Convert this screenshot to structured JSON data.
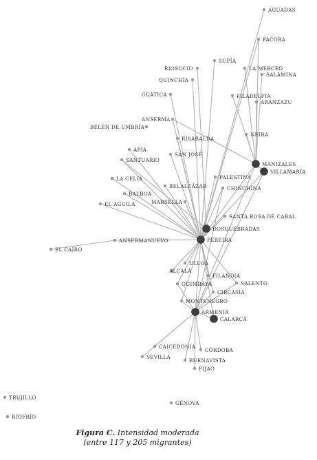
{
  "caption": {
    "figure": "Figura C.",
    "title": "Intensidad moderada",
    "subtitle": "(entre 117 y 205 migrantes)"
  },
  "colors": {
    "edge": "#b0b0b0",
    "small_node": "#999999",
    "hub_node": "#3d3d3d",
    "label": "#333333"
  },
  "nodes": [
    {
      "id": "aguadas",
      "label": "AGUADAS",
      "hub": false
    },
    {
      "id": "pacora",
      "label": "PÁCORA",
      "hub": false
    },
    {
      "id": "supia",
      "label": "SUPÍA",
      "hub": false
    },
    {
      "id": "riosucio",
      "label": "RIOSUCIO",
      "hub": false
    },
    {
      "id": "la_merced",
      "label": "LA MERCED",
      "hub": false
    },
    {
      "id": "salamina",
      "label": "SALAMINA",
      "hub": false
    },
    {
      "id": "quinchia",
      "label": "QUINCHÍA",
      "hub": false
    },
    {
      "id": "guatica",
      "label": "GUÁTICA",
      "hub": false
    },
    {
      "id": "filadelfia",
      "label": "FILADELFIA",
      "hub": false
    },
    {
      "id": "aranzazu",
      "label": "ARANZAZU",
      "hub": false
    },
    {
      "id": "anserma",
      "label": "ANSERMA",
      "hub": false
    },
    {
      "id": "belen_umbria",
      "label": "BELÉN DE UMBRÍA",
      "hub": false
    },
    {
      "id": "neira",
      "label": "NEIRA",
      "hub": false
    },
    {
      "id": "risaralda",
      "label": "RISARALDA",
      "hub": false
    },
    {
      "id": "apia",
      "label": "APÍA",
      "hub": false
    },
    {
      "id": "san_jose",
      "label": "SAN JOSÉ",
      "hub": false
    },
    {
      "id": "santuario",
      "label": "SANTUARIO",
      "hub": false
    },
    {
      "id": "manizales",
      "label": "MANIZALES",
      "hub": true
    },
    {
      "id": "villamaria",
      "label": "VILLAMARÍA",
      "hub": true
    },
    {
      "id": "la_celia",
      "label": "LA CELIA",
      "hub": false
    },
    {
      "id": "palestina",
      "label": "PALESTINA",
      "hub": false
    },
    {
      "id": "belalcazar",
      "label": "BELALCÁZAR",
      "hub": false
    },
    {
      "id": "chinchina",
      "label": "CHINCHINÁ",
      "hub": false
    },
    {
      "id": "balboa",
      "label": "BALBOA",
      "hub": false
    },
    {
      "id": "marsella",
      "label": "MARSELLA",
      "hub": false
    },
    {
      "id": "el_aguila",
      "label": "EL ÁGUILA",
      "hub": false
    },
    {
      "id": "santa_rosa",
      "label": "SANTA ROSA DE CABAL",
      "hub": false
    },
    {
      "id": "dosquebradas",
      "label": "DOSQUEBRADAS",
      "hub": true
    },
    {
      "id": "ansermanuevo",
      "label": "ANSERMANUEVO",
      "hub": false
    },
    {
      "id": "pereira",
      "label": "PEREIRA",
      "hub": true
    },
    {
      "id": "el_cairo",
      "label": "EL CAIRO",
      "hub": false
    },
    {
      "id": "ulloa",
      "label": "ULLOA",
      "hub": false
    },
    {
      "id": "alcala",
      "label": "ALCALÁ",
      "hub": false
    },
    {
      "id": "filandia",
      "label": "FILANDIA",
      "hub": false
    },
    {
      "id": "quimbaya",
      "label": "QUIMBAYA",
      "hub": false
    },
    {
      "id": "salento",
      "label": "SALENTO",
      "hub": false
    },
    {
      "id": "circasia",
      "label": "CIRCASIA",
      "hub": false
    },
    {
      "id": "montenegro",
      "label": "MONTENEGRO",
      "hub": false
    },
    {
      "id": "armenia",
      "label": "ARMENIA",
      "hub": true
    },
    {
      "id": "calarca",
      "label": "CALARCÁ",
      "hub": true
    },
    {
      "id": "caicedonia",
      "label": "CAICEDONIA",
      "hub": false
    },
    {
      "id": "cordoba",
      "label": "CÓRDOBA",
      "hub": false
    },
    {
      "id": "sevilla",
      "label": "SEVILLA",
      "hub": false
    },
    {
      "id": "buenavista",
      "label": "BUENAVISTA",
      "hub": false
    },
    {
      "id": "pijao",
      "label": "PIJAO",
      "hub": false
    },
    {
      "id": "trujillo",
      "label": "TRUJILLO",
      "hub": false
    },
    {
      "id": "genova",
      "label": "GÉNOVA",
      "hub": false
    },
    {
      "id": "riofrio",
      "label": "RIOFRÍO",
      "hub": false
    }
  ],
  "edges": [
    [
      "aguadas",
      "pereira"
    ],
    [
      "pacora",
      "pereira"
    ],
    [
      "pacora",
      "manizales"
    ],
    [
      "supia",
      "pereira"
    ],
    [
      "riosucio",
      "dosquebradas"
    ],
    [
      "la_merced",
      "manizales"
    ],
    [
      "salamina",
      "manizales"
    ],
    [
      "quinchia",
      "pereira"
    ],
    [
      "guatica",
      "pereira"
    ],
    [
      "filadelfia",
      "manizales"
    ],
    [
      "aranzazu",
      "manizales"
    ],
    [
      "anserma",
      "manizales"
    ],
    [
      "anserma",
      "pereira"
    ],
    [
      "neira",
      "manizales"
    ],
    [
      "risaralda",
      "pereira"
    ],
    [
      "apia",
      "pereira"
    ],
    [
      "santuario",
      "pereira"
    ],
    [
      "santuario",
      "dosquebradas"
    ],
    [
      "san_jose",
      "pereira"
    ],
    [
      "manizales",
      "pereira"
    ],
    [
      "manizales",
      "armenia"
    ],
    [
      "manizales",
      "villamaria"
    ],
    [
      "villamaria",
      "pereira"
    ],
    [
      "la_celia",
      "pereira"
    ],
    [
      "palestina",
      "pereira"
    ],
    [
      "belalcazar",
      "pereira"
    ],
    [
      "chinchina",
      "pereira"
    ],
    [
      "chinchina",
      "armenia"
    ],
    [
      "balboa",
      "pereira"
    ],
    [
      "marsella",
      "pereira"
    ],
    [
      "el_aguila",
      "pereira"
    ],
    [
      "santa_rosa",
      "pereira"
    ],
    [
      "dosquebradas",
      "pereira"
    ],
    [
      "ansermanuevo",
      "pereira"
    ],
    [
      "el_cairo",
      "ansermanuevo"
    ],
    [
      "ulloa",
      "pereira"
    ],
    [
      "alcala",
      "pereira"
    ],
    [
      "filandia",
      "pereira"
    ],
    [
      "quimbaya",
      "pereira"
    ],
    [
      "salento",
      "pereira"
    ],
    [
      "salento",
      "armenia"
    ],
    [
      "circasia",
      "pereira"
    ],
    [
      "montenegro",
      "pereira"
    ],
    [
      "montenegro",
      "armenia"
    ],
    [
      "armenia",
      "pereira"
    ],
    [
      "calarca",
      "pereira"
    ],
    [
      "calarca",
      "armenia"
    ],
    [
      "caicedonia",
      "armenia"
    ],
    [
      "cordoba",
      "armenia"
    ],
    [
      "sevilla",
      "armenia"
    ],
    [
      "buenavista",
      "armenia"
    ],
    [
      "pijao",
      "armenia"
    ],
    [
      "quimbaya",
      "armenia"
    ],
    [
      "circasia",
      "armenia"
    ],
    [
      "villamaria",
      "armenia"
    ]
  ]
}
